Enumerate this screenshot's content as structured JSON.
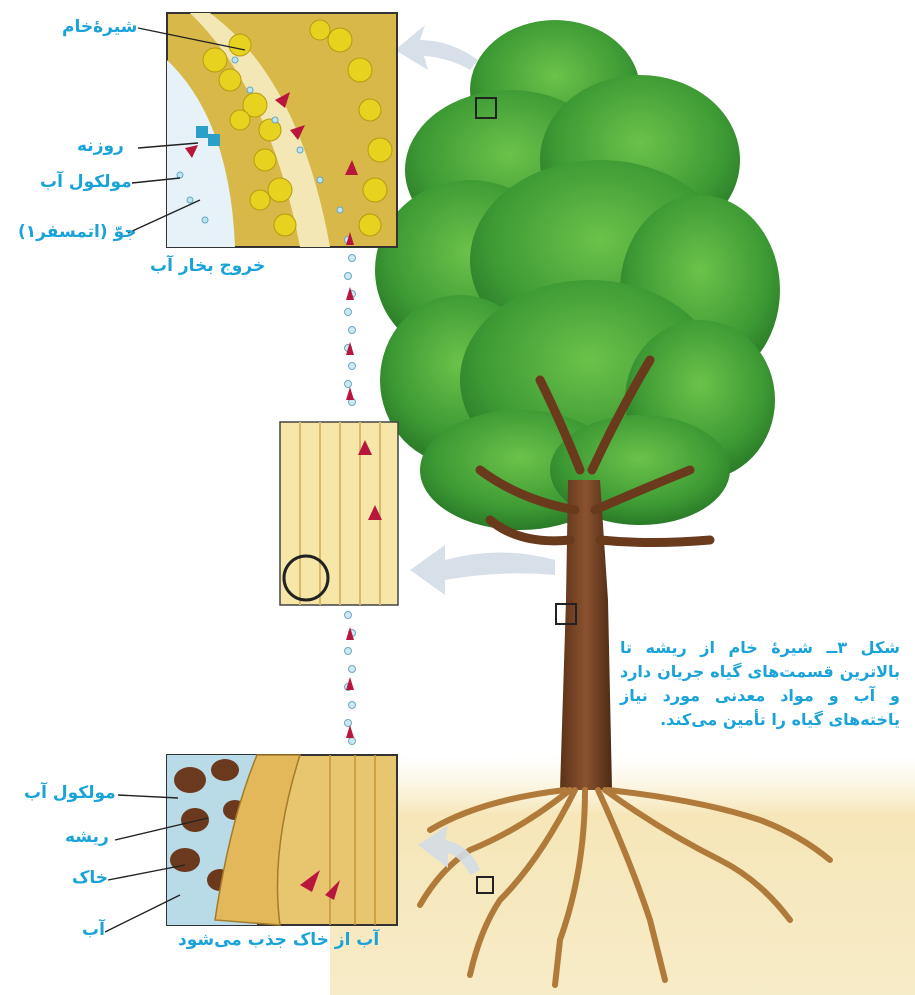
{
  "labels": {
    "crude_sap": "شیرۀخام",
    "stoma": "روزنه",
    "water_molecule_top": "مولکول آب",
    "atmosphere": "جوّ (اتمسفر۱)",
    "vapor_exit": "خروج بخار آب",
    "water_molecule_bottom": "مولکول آب",
    "root": "ریشه",
    "soil": "خاک",
    "water": "آب",
    "absorbed": "آب از خاک جذب می‌شود"
  },
  "caption": "شکل ۳ــ شیرۀ خام از ریشه تا بالاترین قسمت‌های گیاه جریان دارد و آب و مواد معدنی مورد نیاز یاخته‌های گیاه را تأمین می‌کند.",
  "colors": {
    "label_blue": "#1aa3d9",
    "foliage": "#3f9f35",
    "trunk": "#7a4524",
    "arrow_red": "#b8163c",
    "soil": "#f3dfae"
  }
}
